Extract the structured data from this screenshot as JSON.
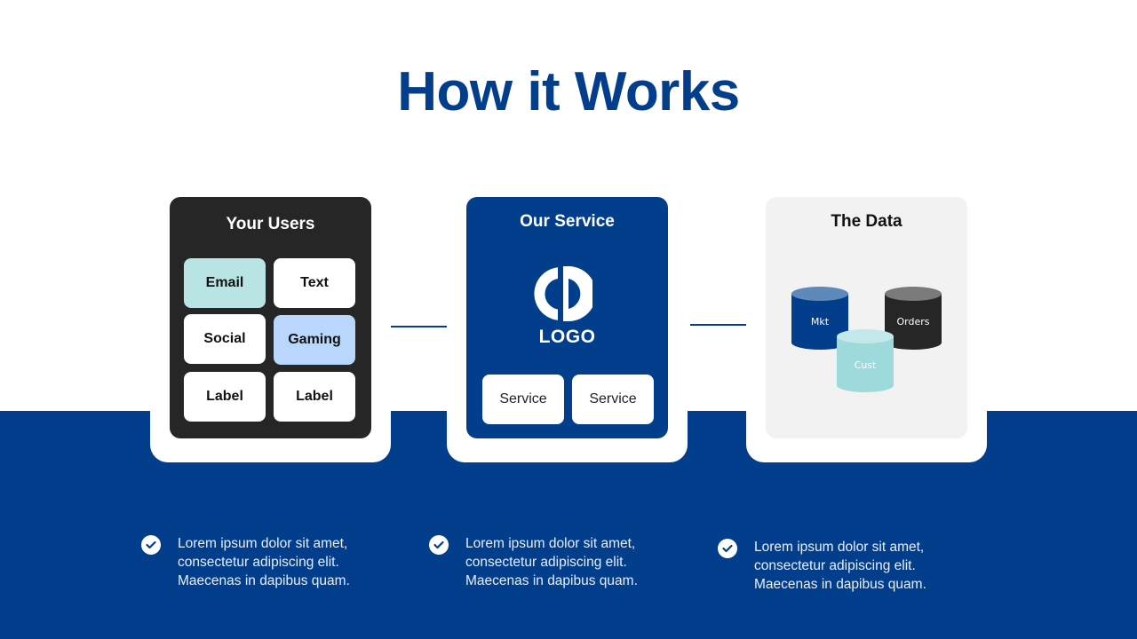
{
  "title": "How it Works",
  "users_panel": {
    "title": "Your Users",
    "chips": [
      {
        "label": "Email",
        "color": "#b8e4e4"
      },
      {
        "label": "Text",
        "color": "#ffffff"
      },
      {
        "label": "Social",
        "color": "#ffffff"
      },
      {
        "label": "Gaming",
        "color": "#b9d6fc"
      },
      {
        "label": "Label",
        "color": "#ffffff"
      },
      {
        "label": "Label",
        "color": "#ffffff"
      }
    ]
  },
  "service_panel": {
    "title": "Our Service",
    "logo_text": "LOGO",
    "services": [
      "Service",
      "Service"
    ]
  },
  "data_panel": {
    "title": "The Data",
    "databases": [
      {
        "label": "Mkt",
        "body_color": "#033e8c",
        "top_color": "#5f89bb"
      },
      {
        "label": "Orders",
        "body_color": "#262626",
        "top_color": "#7a7a7a"
      },
      {
        "label": "Cust",
        "body_color": "#9ed9db",
        "top_color": "#c2e8ea"
      }
    ]
  },
  "bullets": [
    {
      "text": "Lorem ipsum dolor sit amet, consectetur adipiscing elit. Maecenas in dapibus quam."
    },
    {
      "text": "Lorem ipsum dolor sit amet, consectetur adipiscing elit. Maecenas in dapibus quam."
    },
    {
      "text": "Lorem ipsum dolor sit amet, consectetur adipiscing elit. Maecenas in dapibus quam."
    }
  ],
  "colors": {
    "brand_blue": "#033e8c",
    "dark": "#262626",
    "light_gray": "#f2f2f2"
  }
}
